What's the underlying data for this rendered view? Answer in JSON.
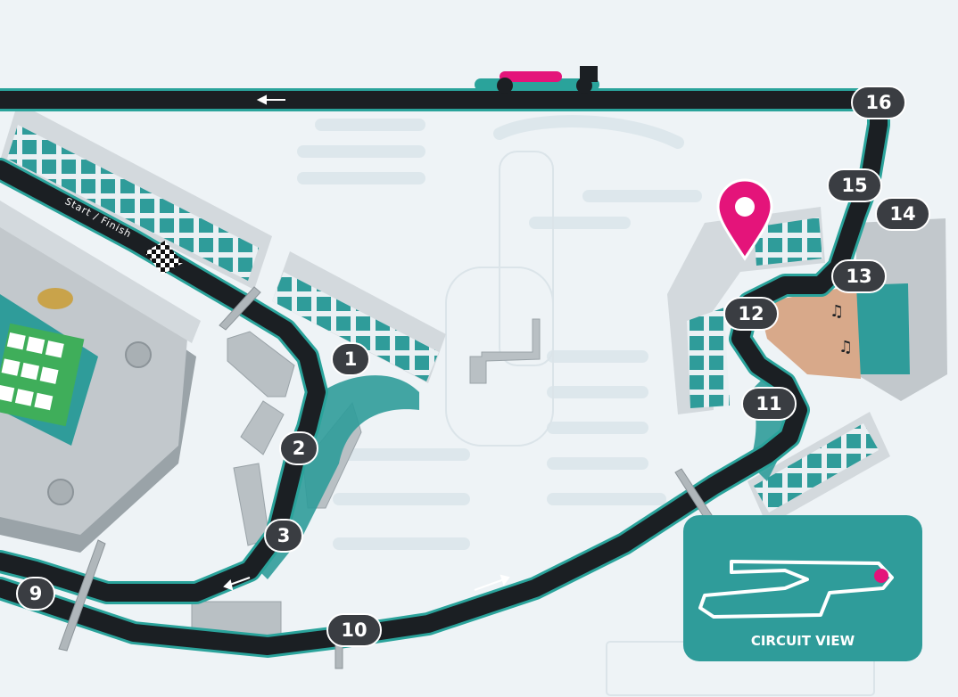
{
  "map": {
    "start_finish_label": "Start / Finish",
    "circuit_view_label": "CIRCUIT VIEW",
    "turns": [
      "16",
      "15",
      "14",
      "13",
      "12",
      "11",
      "1",
      "2",
      "3",
      "9",
      "10"
    ]
  },
  "colors": {
    "background": "#eef3f6",
    "track": "#1b1f23",
    "track_edge": "#2aa39b",
    "teal": "#2f9c9a",
    "pin": "#e4147a",
    "turn_badge": "#3a3d42",
    "grandstand": "#f4f6f8",
    "circuit_view_panel": "#2f9c9a"
  },
  "icons": [
    "location-pin-icon",
    "race-car-icon",
    "checkered-flag-icon",
    "music-note-icon",
    "palm-icon"
  ]
}
